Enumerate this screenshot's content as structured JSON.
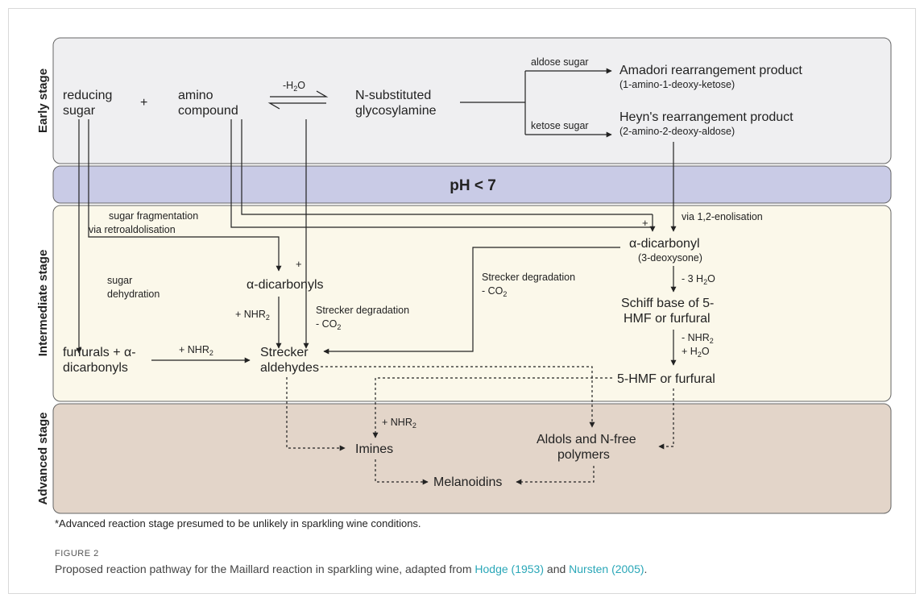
{
  "stages": {
    "early": "Early stage",
    "intermediate": "Intermediate stage",
    "advanced": "Advanced stage",
    "ph_band": "pH < 7"
  },
  "colors": {
    "early_bg": "#efeff1",
    "ph_bg": "#c9cbe6",
    "intermediate_bg": "#fbf8ea",
    "advanced_bg": "#e3d5c9",
    "link": "#2aa7b8"
  },
  "nodes": {
    "reducing_sugar": [
      "reducing",
      "sugar"
    ],
    "plus_reactants": "+",
    "amino_compound": [
      "amino",
      "compound"
    ],
    "water_loss_prefix": "-H",
    "water_loss_sub": "2",
    "water_loss_suffix": "O",
    "glycosylamine": [
      "N-substituted",
      "glycosylamine"
    ],
    "aldose_sugar": "aldose sugar",
    "ketose_sugar": "ketose sugar",
    "amadori": "Amadori rearrangement product",
    "amadori_sub": "(1-amino-1-deoxy-ketose)",
    "heyns": "Heyn's rearrangement product",
    "heyns_sub": "(2-amino-2-deoxy-aldose)",
    "sugar_fragmentation": [
      "sugar fragmentation",
      "via retroaldolisation"
    ],
    "plus_dicarbonyls": "+",
    "plus_alpha_dicarbonyl": "+",
    "enolisation": "via 1,2-enolisation",
    "alpha_dicarbonyl": "α-dicarbonyl",
    "deoxysone": "(3-deoxysone)",
    "alpha_dicarbonyls": "α-dicarbonyls",
    "sugar_dehydration": [
      "sugar",
      "dehydration"
    ],
    "strecker_deg_right": "Strecker degradation",
    "co2_right_prefix": "- CO",
    "co2_right_sub": "2",
    "three_h2o_prefix": "- 3 H",
    "three_h2o_sub": "2",
    "three_h2o_suffix": "O",
    "schiff_base": [
      "Schiff base of 5-",
      "HMF or furfural"
    ],
    "nhr2_left_prefix": "+ NHR",
    "nhr2_left_sub": "2",
    "strecker_deg_mid": "Strecker degradation",
    "co2_mid_prefix": "- CO",
    "co2_mid_sub": "2",
    "minus_nhr2_prefix": "- NHR",
    "minus_nhr2_sub": "2",
    "plus_h2o_prefix": "+ H",
    "plus_h2o_sub": "2",
    "plus_h2o_suffix": "O",
    "furfurals": [
      "furfurals + α-",
      "dicarbonyls"
    ],
    "nhr2_furfurals_prefix": "+ NHR",
    "nhr2_furfurals_sub": "2",
    "strecker_aldehydes": [
      "Strecker",
      "aldehydes"
    ],
    "hmf_furfural": "5-HMF or furfural",
    "nhr2_imines_prefix": "+ NHR",
    "nhr2_imines_sub": "2",
    "imines": "Imines",
    "aldols": [
      "Aldols and N-free",
      "polymers"
    ],
    "melanoidins": "Melanoidins"
  },
  "footnote": "*Advanced reaction stage presumed to be unlikely in sparkling wine conditions.",
  "figure": {
    "label": "FIGURE 2",
    "caption_pre": "Proposed reaction pathway for the Maillard reaction in sparkling wine, adapted from ",
    "ref1": "Hodge (1953)",
    "caption_mid": " and ",
    "ref2": "Nursten (2005)",
    "caption_post": "."
  }
}
